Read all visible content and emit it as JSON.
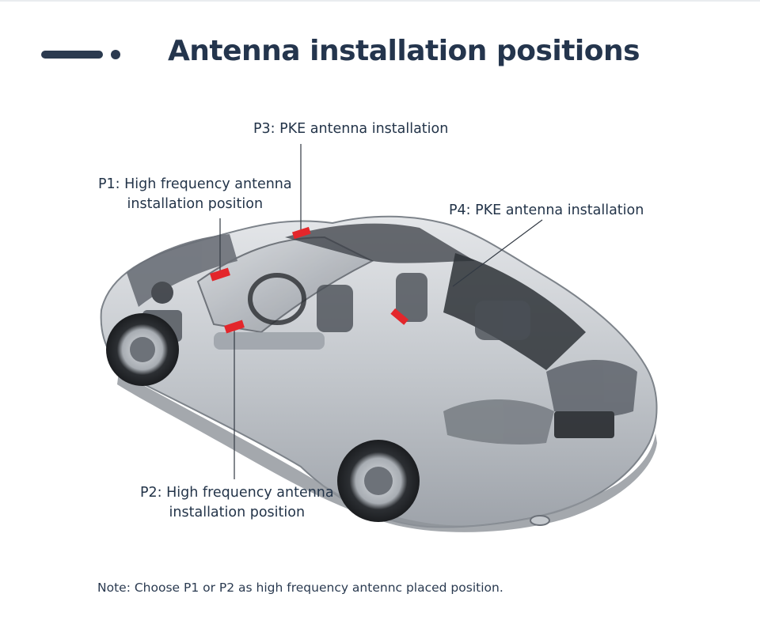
{
  "header": {
    "title": "Antenna installation positions"
  },
  "callouts": {
    "p1": {
      "line1": "P1: High frequency antenna",
      "line2": "installation position"
    },
    "p2": {
      "line1": "P2: High frequency antenna",
      "line2": "installation position"
    },
    "p3": {
      "line1": "P3: PKE antenna installation"
    },
    "p4": {
      "line1": "P4: PKE antenna installation"
    }
  },
  "note": "Note: Choose P1 or P2 as high frequency antennc placed position.",
  "colors": {
    "title": "#24354d",
    "marker": "#e3262b",
    "car_body": "#c9ccd0",
    "car_dark": "#2a2d31"
  },
  "icons": {
    "decoration": "bar-dot-decoration-icon"
  }
}
